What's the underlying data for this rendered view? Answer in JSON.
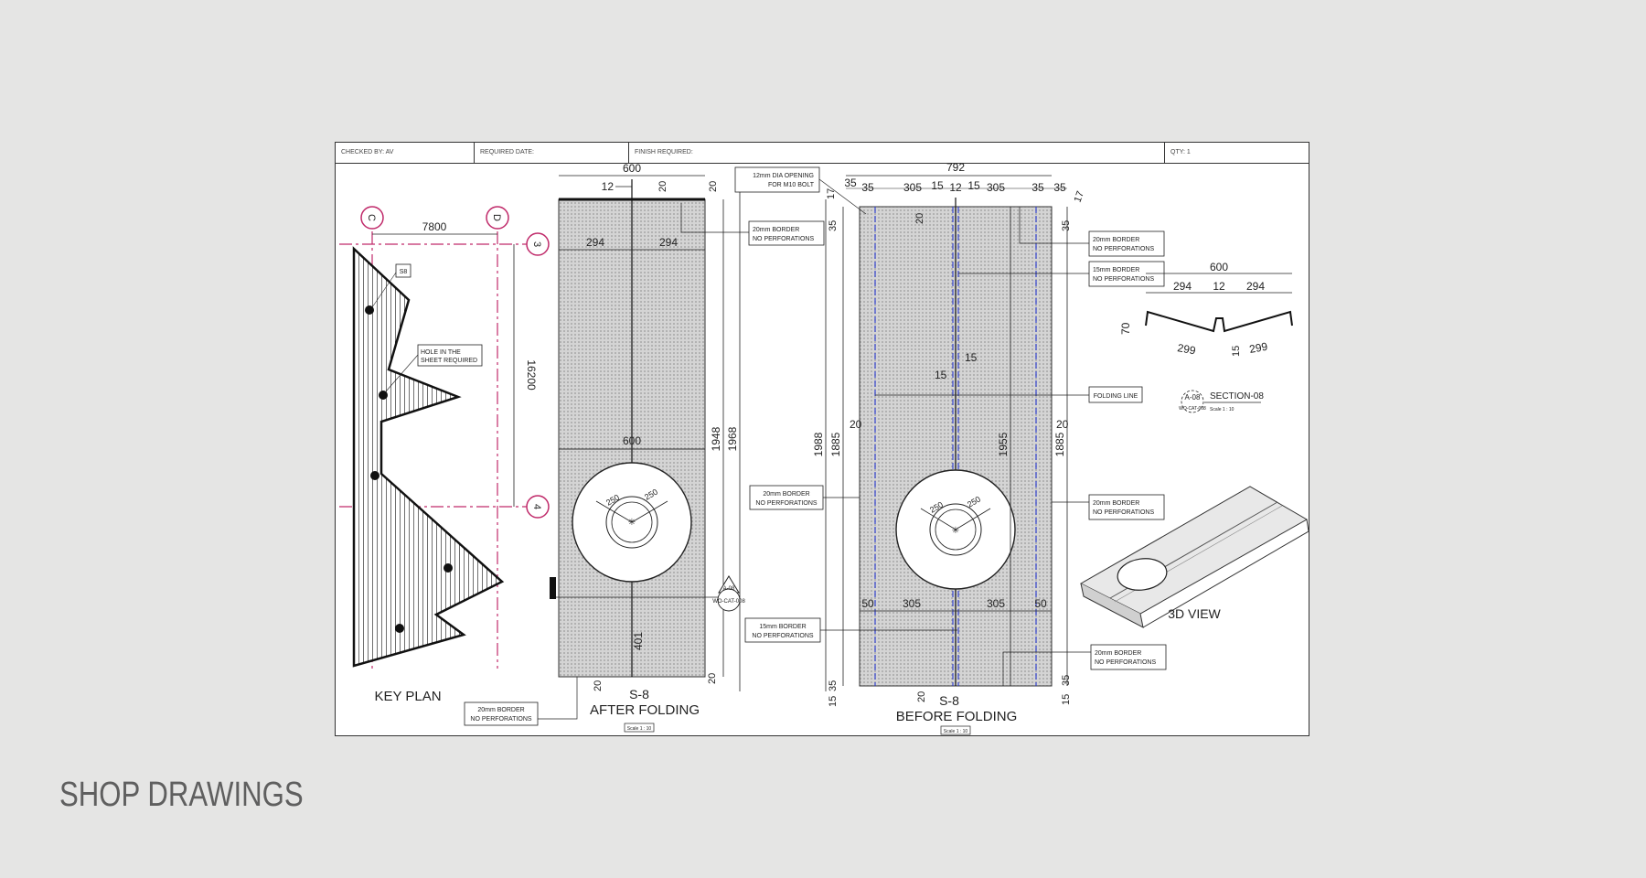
{
  "page": {
    "heading": "SHOP DRAWINGS"
  },
  "title_block": {
    "checked_by": "CHECKED BY: AV",
    "required_date": "REQUIRED DATE:",
    "finish_required": "FINISH REQUIRED:",
    "qty": "QTY: 1"
  },
  "key_plan": {
    "caption": "KEY PLAN",
    "grid_c": "C",
    "grid_d": "D",
    "grid_3": "3",
    "grid_4": "4",
    "dim_width": "7800",
    "dim_height": "16200",
    "tag_s8": "S8",
    "note_hole_line1": "HOLE IN THE",
    "note_hole_line2": "SHEET REQUIRED",
    "note_border_line1": "20mm BORDER",
    "note_border_line2": "NO PERFORATIONS"
  },
  "after_folding": {
    "mark": "S-8",
    "caption": "AFTER FOLDING",
    "scale": "Scale 1 : 10",
    "dims": {
      "top_width": "600",
      "top_offset": "12",
      "top_border": "20",
      "top_right": "20",
      "half_left": "294",
      "half_right": "294",
      "mid_width": "600",
      "height_inner": "1948",
      "height_outer": "1968",
      "radius_left": "250",
      "radius_right": "250",
      "bottom_offset": "401",
      "bottom_border": "20",
      "bottom_right": "20"
    },
    "note_border_line1": "20mm BORDER",
    "note_border_line2": "NO PERFORATIONS",
    "section_tag_top": "A-08",
    "section_tag_bottom": "WO-CAT-008"
  },
  "before_folding": {
    "mark": "S-8",
    "caption": "BEFORE FOLDING",
    "scale": "Scale 1 : 10",
    "opening_note_line1": "12mm DIA OPENING",
    "opening_note_line2": "FOR M10 BOLT",
    "dims": {
      "total_width": "792",
      "top_35_left": "35",
      "top_305_left": "305",
      "top_15_left": "15",
      "top_12": "12",
      "top_15_right": "15",
      "top_305_right": "305",
      "top_35_right": "35",
      "top_35_far": "35",
      "top_17_left": "17",
      "top_17_right": "17",
      "side_35_left": "35",
      "side_35_right": "35",
      "top_border": "20",
      "fold_15_a": "15",
      "fold_15_b": "15",
      "left_20": "20",
      "right_20": "20",
      "height_outer": "1988",
      "height_left": "1885",
      "height_center": "1955",
      "height_right": "1885",
      "radius_left": "250",
      "radius_right": "250",
      "bottom_50_left": "50",
      "bottom_305_left": "305",
      "bottom_305_right": "305",
      "bottom_50_right": "50",
      "bottom_35_left": "35",
      "bottom_15_left": "15",
      "bottom_20": "20",
      "bottom_35_right": "35",
      "bottom_15_right": "15"
    },
    "notes": {
      "border20_line1": "20mm BORDER",
      "border20_line2": "NO PERFORATIONS",
      "border15_line1": "15mm BORDER",
      "border15_line2": "NO PERFORATIONS",
      "folding_line": "FOLDING LINE",
      "border20_left_line1": "20mm BORDER",
      "border20_left_line2": "NO PERFORATIONS",
      "border20_right_line1": "20mm BORDER",
      "border20_right_line2": "NO PERFORATIONS",
      "border15_bottom_line1": "15mm BORDER",
      "border15_bottom_line2": "NO PERFORATIONS",
      "border20_bottom_line1": "20mm BORDER",
      "border20_bottom_line2": "NO PERFORATIONS"
    }
  },
  "section": {
    "dims": {
      "total_width": "600",
      "left_294": "294",
      "middle_12": "12",
      "right_294": "294",
      "height_70": "70",
      "slope_left_299": "299",
      "slope_right_299": "299",
      "fold_15": "15"
    },
    "tag_top": "A-08",
    "tag_bottom": "WO-CAT-008",
    "title": "SECTION-08",
    "scale": "Scale 1 : 10"
  },
  "view3d": {
    "caption": "3D VIEW"
  }
}
